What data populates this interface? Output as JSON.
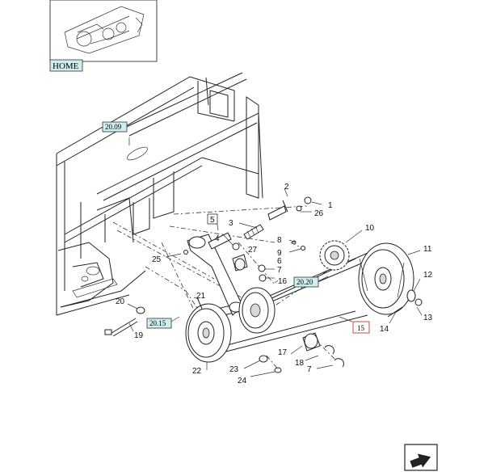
{
  "nav": {
    "home_label": "HOME",
    "ref_labels": [
      "20.09",
      "20.20",
      "20.15",
      "15"
    ]
  },
  "callouts": [
    "1",
    "2",
    "3",
    "4",
    "5",
    "6",
    "7",
    "8",
    "9",
    "10",
    "11",
    "12",
    "13",
    "14",
    "16",
    "17",
    "18",
    "7",
    "19",
    "20",
    "21",
    "22",
    "23",
    "24",
    "25",
    "26",
    "27"
  ],
  "icons": {
    "next_page": "next-page-arrow-icon"
  }
}
